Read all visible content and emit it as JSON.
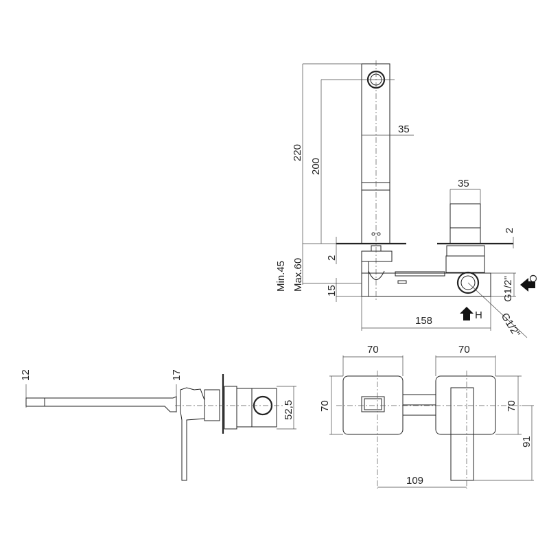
{
  "top_view": {
    "spout_height_220": "220",
    "outlet_height_200": "200",
    "spout_width_35": "35",
    "handle_width_35": "35",
    "plate_thickness_right_2": "2",
    "plate_thickness_left_2": "2",
    "wall_depth_min": "Min.45",
    "wall_depth_max": "Max.60",
    "pipe_offset_15": "15",
    "body_length_158": "158",
    "inlet_cold_thread": "G1/2\"",
    "inlet_hot_thread": "G1/2\"",
    "cold_label": "C",
    "hot_label": "H"
  },
  "side_view": {
    "spout_thickness_12": "12",
    "body_thickness_17": "17",
    "valve_depth_52_5": "52,5"
  },
  "front_view": {
    "left_plate_width": "70",
    "right_plate_width": "70",
    "left_plate_height": "70",
    "right_plate_height": "70",
    "lever_length_91": "91",
    "center_distance_109": "109"
  }
}
